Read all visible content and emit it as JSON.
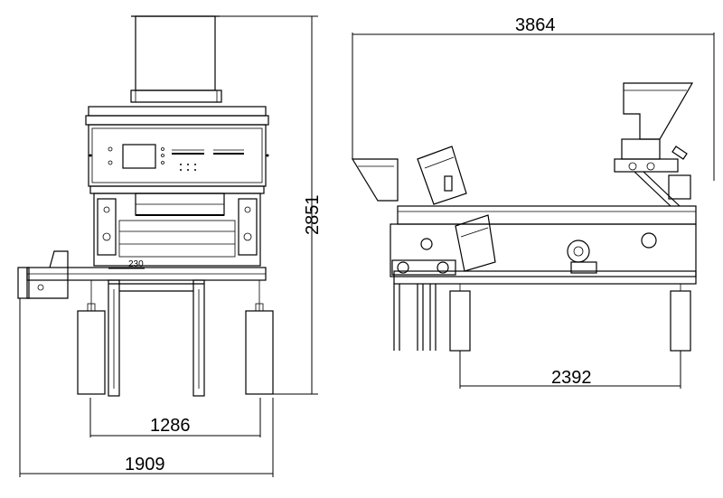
{
  "dimensions": {
    "front_total_height": "2851",
    "front_leg_span": "1286",
    "front_total_width": "1909",
    "front_inner_width": "230",
    "side_total_length": "3864",
    "side_leg_span": "2392"
  }
}
